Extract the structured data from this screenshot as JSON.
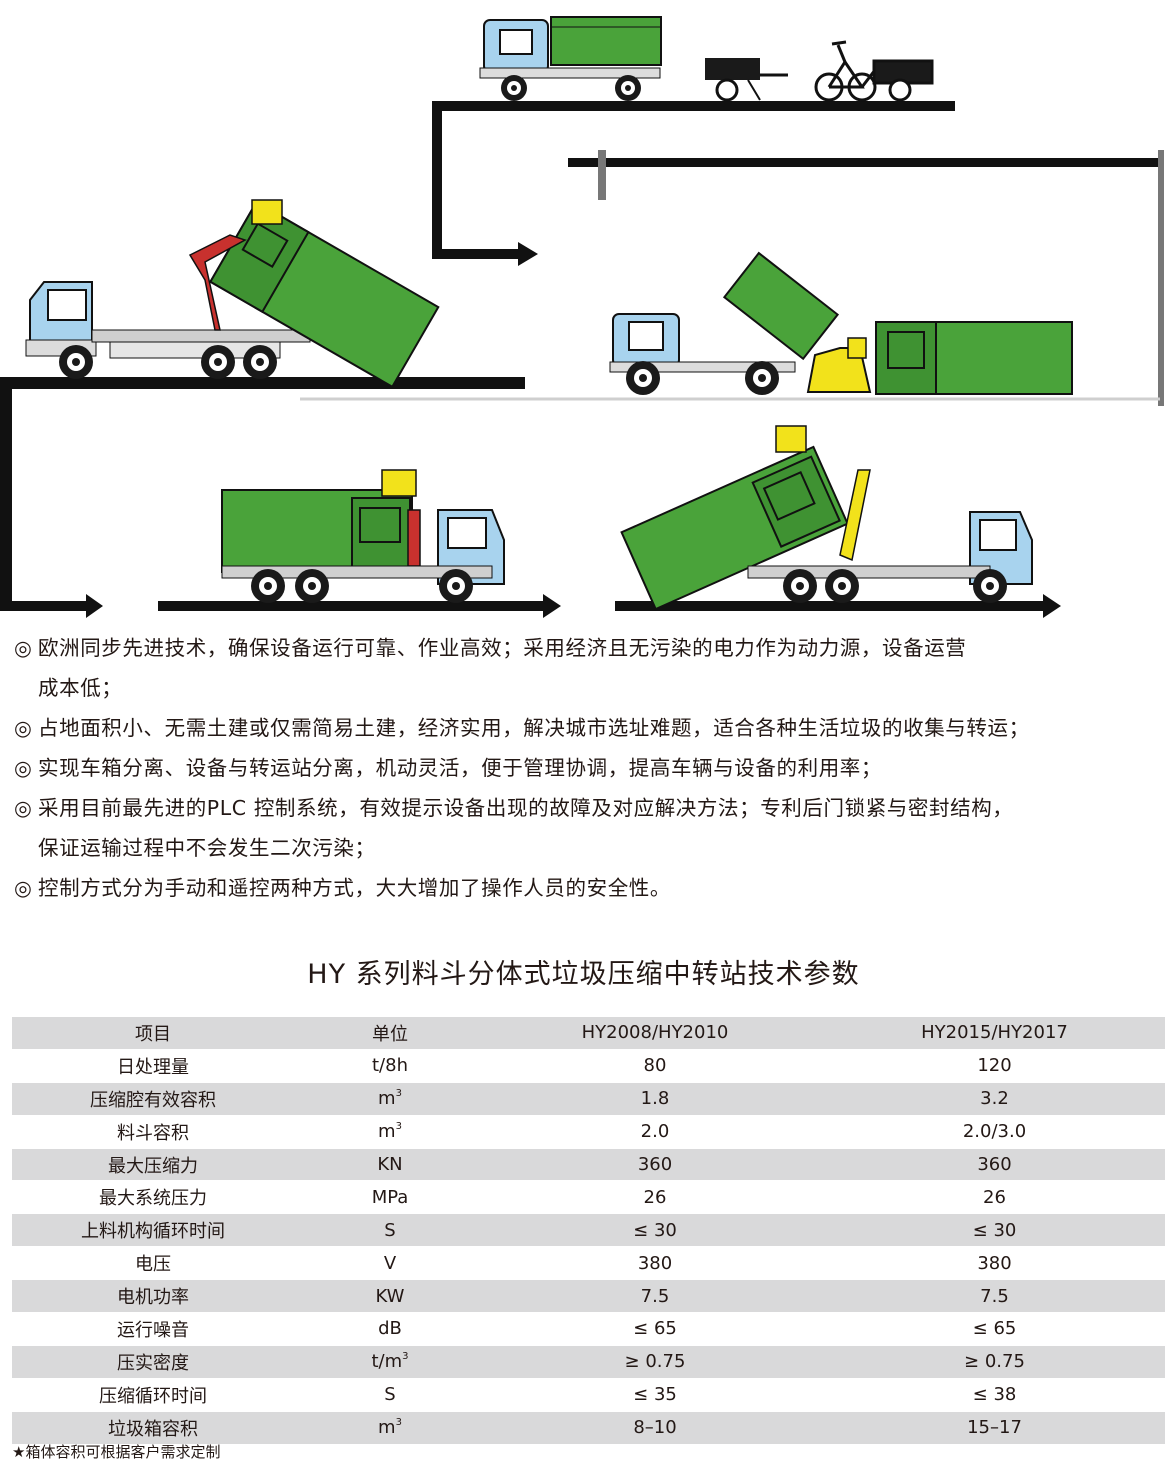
{
  "features": [
    {
      "mark": "◎",
      "lines": [
        "欧洲同步先进技术，确保设备运行可靠、作业高效；采用经济且无污染的电力作为动力源，设备运营",
        "成本低；"
      ]
    },
    {
      "mark": "◎",
      "lines": [
        "占地面积小、无需土建或仅需简易土建，经济实用，解决城市选址难题，适合各种生活垃圾的收集与转运；"
      ]
    },
    {
      "mark": "◎",
      "lines": [
        "实现车箱分离、设备与转运站分离，机动灵活，便于管理协调，提高车辆与设备的利用率；"
      ]
    },
    {
      "mark": "◎",
      "lines": [
        "采用目前最先进的PLC 控制系统，有效提示设备出现的故障及对应解决方法；专利后门锁紧与密封结构，",
        "保证运输过程中不会发生二次污染；"
      ]
    },
    {
      "mark": "◎",
      "lines": [
        "控制方式分为手动和遥控两种方式，大大增加了操作人员的安全性。"
      ]
    }
  ],
  "table": {
    "title": "HY 系列料斗分体式垃圾压缩中转站技术参数",
    "header": [
      "项目",
      "单位",
      "HY2008/HY2010",
      "HY2015/HY2017"
    ],
    "rows": [
      {
        "item": "日处理量",
        "unit": "t/8h",
        "unit_sup": "",
        "a": "80",
        "b": "120"
      },
      {
        "item": "压缩腔有效容积",
        "unit": "m",
        "unit_sup": "3",
        "a": "1.8",
        "b": "3.2"
      },
      {
        "item": "料斗容积",
        "unit": "m",
        "unit_sup": "3",
        "a": "2.0",
        "b": "2.0/3.0"
      },
      {
        "item": "最大压缩力",
        "unit": "KN",
        "unit_sup": "",
        "a": "360",
        "b": "360"
      },
      {
        "item": "最大系统压力",
        "unit": "MPa",
        "unit_sup": "",
        "a": "26",
        "b": "26"
      },
      {
        "item": "上料机构循环时间",
        "unit": "S",
        "unit_sup": "",
        "a": "≤ 30",
        "b": "≤ 30"
      },
      {
        "item": "电压",
        "unit": "V",
        "unit_sup": "",
        "a": "380",
        "b": "380"
      },
      {
        "item": "电机功率",
        "unit": "KW",
        "unit_sup": "",
        "a": "7.5",
        "b": "7.5"
      },
      {
        "item": "运行噪音",
        "unit": "dB",
        "unit_sup": "",
        "a": "≤ 65",
        "b": "≤ 65"
      },
      {
        "item": "压实密度",
        "unit": "t/m",
        "unit_sup": "3",
        "a": "≥ 0.75",
        "b": "≥ 0.75"
      },
      {
        "item": "压缩循环时间",
        "unit": "S",
        "unit_sup": "",
        "a": "≤ 35",
        "b": "≤ 38"
      },
      {
        "item": "垃圾箱容积",
        "unit": "m",
        "unit_sup": "3",
        "a": "8–10",
        "b": "15–17"
      }
    ]
  },
  "footnote": "★箱体容积可根据客户需求定制",
  "colors": {
    "container_green": "#4aa33a",
    "cab_blue": "#a8d3ee",
    "arm_red": "#c8312e",
    "arm_yellow": "#f2e21b",
    "row_shade": "#d9d9da"
  },
  "illustration_icons": [
    "flow-arrow-icon",
    "hook-lift-truck-icon",
    "tricycle-cart-icon",
    "hand-cart-icon",
    "compactor-station-icon"
  ]
}
